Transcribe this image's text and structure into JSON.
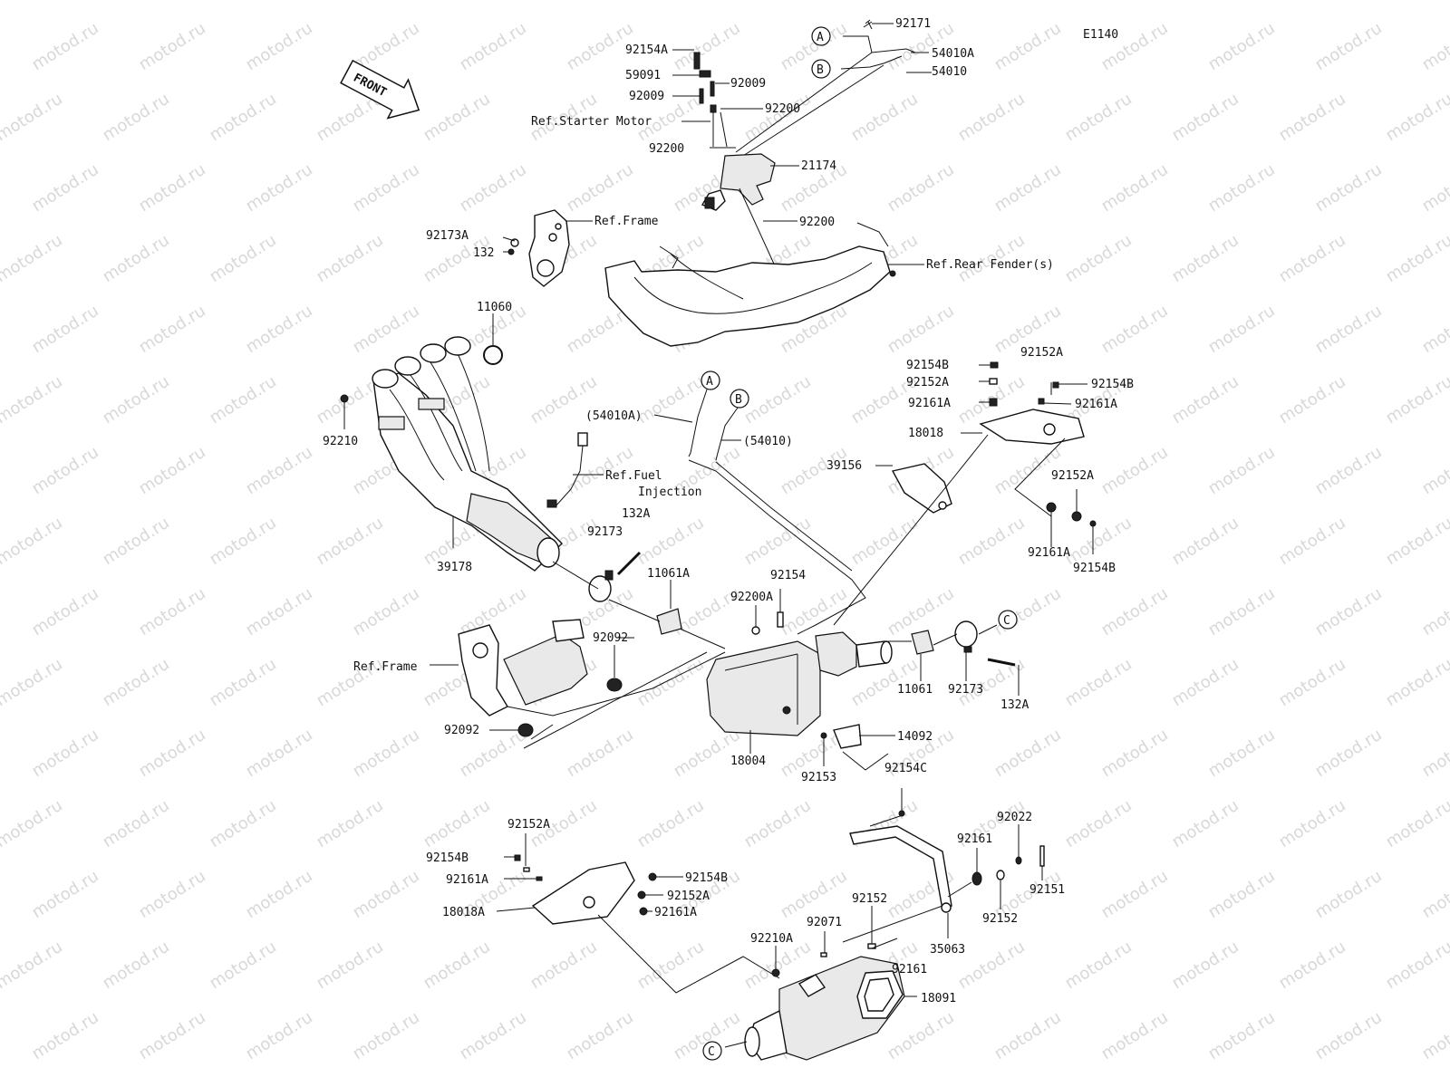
{
  "code": "E1140",
  "front_label": "FRONT",
  "watermark": "motod.ru",
  "callouts": {
    "a": "A",
    "b": "B",
    "c": "C"
  },
  "labels": {
    "p92171": "92171",
    "p54010A": "54010A",
    "p54010": "54010",
    "p92154A": "92154A",
    "p59091": "59091",
    "p92009a": "92009",
    "p92009b": "92009",
    "p92200a": "92200",
    "ref_starter": "Ref.Starter Motor",
    "p92200b": "92200",
    "p21174": "21174",
    "p92200c": "92200",
    "ref_frame_top": "Ref.Frame",
    "p92173A": "92173A",
    "p132": "132",
    "ref_rear_fender": "Ref.Rear Fender(s)",
    "p11060": "11060",
    "p92210": "92210",
    "p54010A_paren": "(54010A)",
    "p54010_paren": "(54010)",
    "ref_fuel_1": "Ref.Fuel",
    "ref_fuel_2": "Injection",
    "p39178": "39178",
    "p132A_a": "132A",
    "p92173_a": "92173",
    "p11061A": "11061A",
    "p92154B_a": "92154B",
    "p92152A_a": "92152A",
    "p92152A_b": "92152A",
    "p92161A_a": "92161A",
    "p92154B_b": "92154B",
    "p92161A_b": "92161A",
    "p18018": "18018",
    "p39156": "39156",
    "p92152A_c": "92152A",
    "p92161A_c": "92161A",
    "p92154B_c": "92154B",
    "p92154": "92154",
    "p92200A": "92200A",
    "p92092_a": "92092",
    "ref_frame_mid": "Ref.Frame",
    "p92092_b": "92092",
    "p18004": "18004",
    "p92153": "92153",
    "p14092": "14092",
    "p11061": "11061",
    "p92173_b": "92173",
    "p132A_b": "132A",
    "p92154C": "92154C",
    "p92152A_d": "92152A",
    "p92154B_d": "92154B",
    "p92161A_d": "92161A",
    "p92154B_e": "92154B",
    "p92152A_e": "92152A",
    "p18018A": "18018A",
    "p92161A_e": "92161A",
    "p92022": "92022",
    "p92161_a": "92161",
    "p92151": "92151",
    "p92152_a": "92152",
    "p92152_b": "92152",
    "p92071": "92071",
    "p92210A": "92210A",
    "p35063": "35063",
    "p92161_b": "92161",
    "p18091": "18091"
  }
}
